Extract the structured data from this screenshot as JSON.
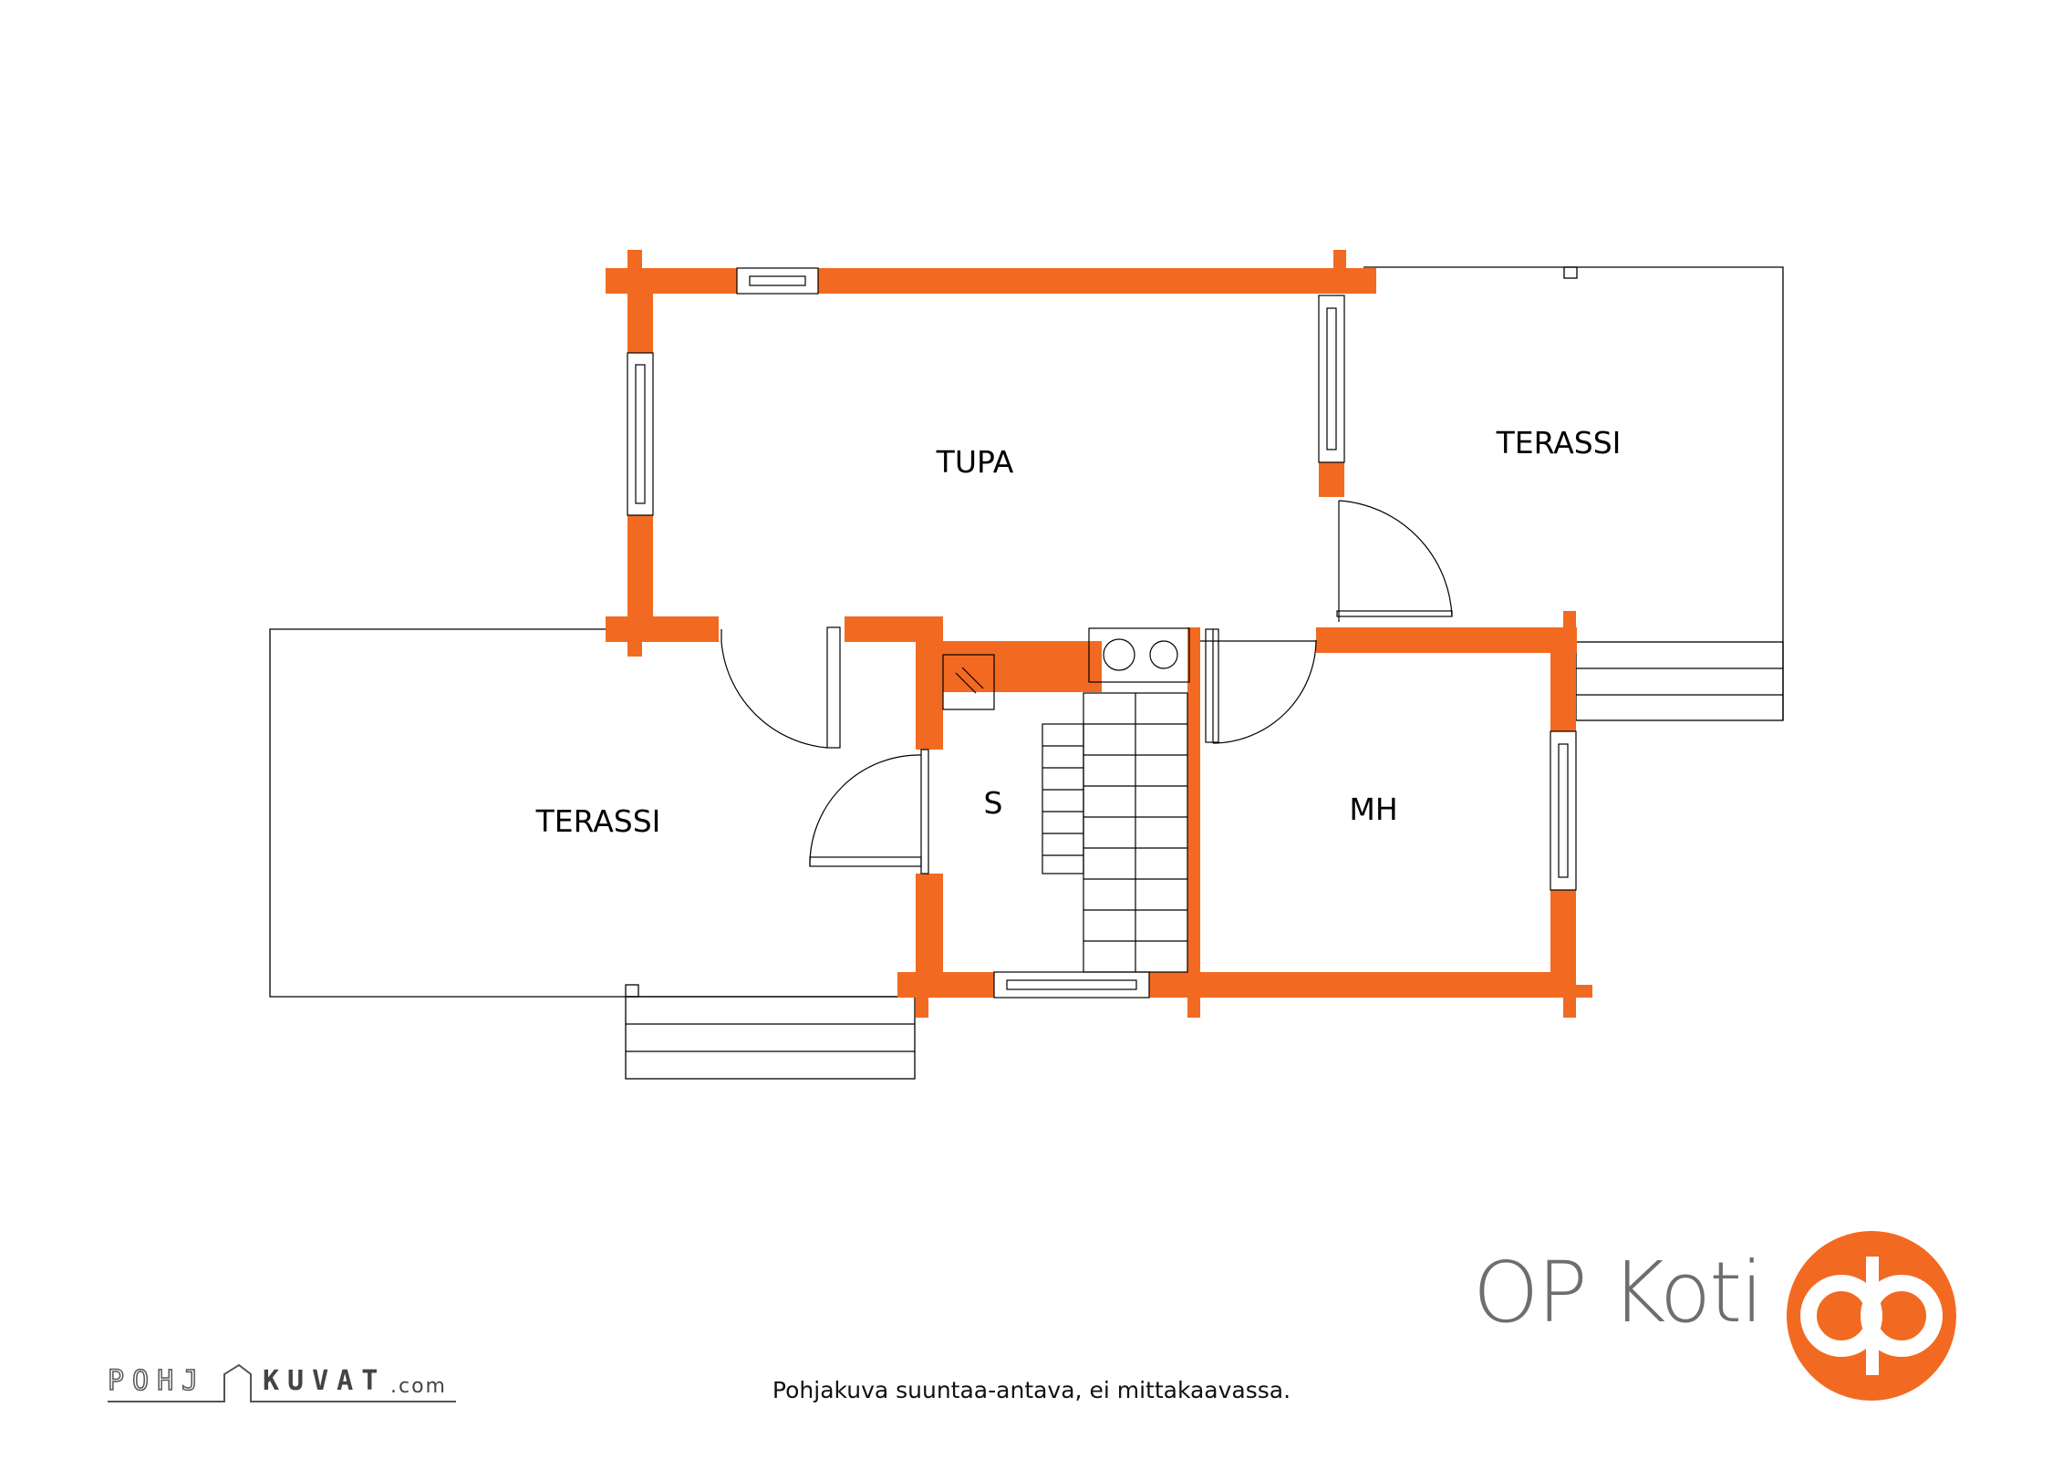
{
  "floorplan": {
    "rooms": [
      {
        "key": "tupa",
        "label": "TUPA"
      },
      {
        "key": "terassi-east",
        "label": "TERASSI"
      },
      {
        "key": "terassi-west",
        "label": "TERASSI"
      },
      {
        "key": "sauna",
        "label": "S"
      },
      {
        "key": "mh",
        "label": "MH"
      }
    ],
    "wall_color": "#f26a21",
    "line_color": "#000000"
  },
  "caption": "Pohjakuva suuntaa-antava, ei mittakaavassa.",
  "brand": {
    "name": "OP Koti",
    "logo_color": "#f26a21",
    "text_color": "#6d6e71"
  },
  "credit": {
    "part1": "POHJ",
    "part2": "KUVAT",
    "part3": ".com"
  }
}
